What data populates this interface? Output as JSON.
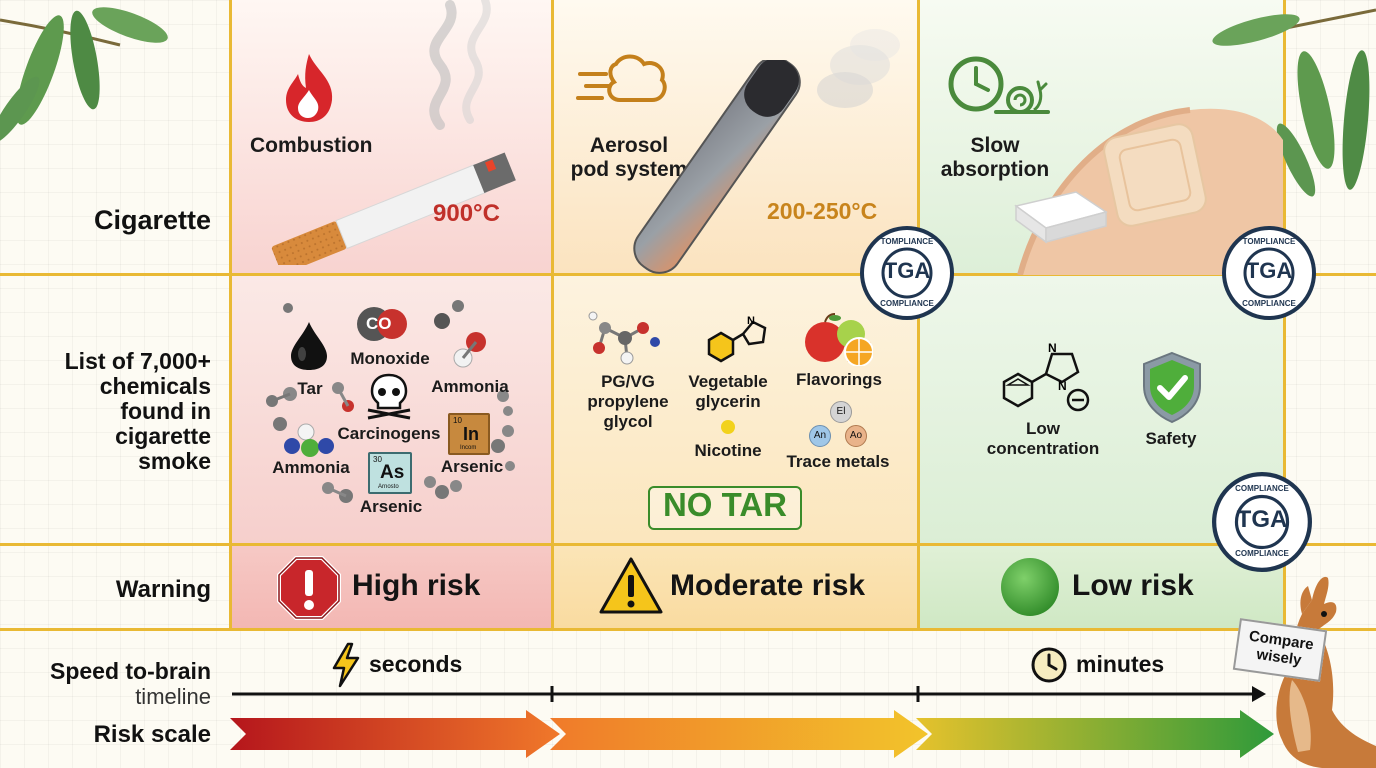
{
  "rows": {
    "cigarette": "Cigarette",
    "chemicals": [
      "List of 7,000+",
      "chemicals",
      "found in",
      "cigarette",
      "smoke"
    ],
    "warning": "Warning",
    "speed_title": "Speed to-brain",
    "speed_sub": "timeline",
    "risk_scale": "Risk scale"
  },
  "col1": {
    "header": "Combustion",
    "temp": "900°C",
    "chemicals": {
      "co": "CO",
      "monoxide": "Monoxide",
      "tar": "Tar",
      "ammonia_top": "Ammonia",
      "carcinogens": "Carcinogens",
      "in_tile_num": "10",
      "in_tile_symbol": "In",
      "in_tile_name": "Incom",
      "ammonia_bottom": "Ammonia",
      "as_tile_num": "30",
      "as_tile_symbol": "As",
      "as_tile_name": "Arnosto",
      "arsenic_right": "Arsenic",
      "arsenic_bottom": "Arsenic"
    },
    "risk": "High risk"
  },
  "col2": {
    "header": [
      "Aerosol",
      "pod system"
    ],
    "temp": "200-250°C",
    "chemicals": {
      "pgvg": [
        "PG/VG",
        "propylene",
        "glycol"
      ],
      "veg": [
        "Vegetable",
        "glycerin"
      ],
      "flavorings": "Flavorings",
      "nicotine": "Nicotine",
      "trace": "Trace metals",
      "el": "El",
      "an": "An",
      "ao": "Ao",
      "no_tar": "NO TAR"
    },
    "risk": "Moderate risk"
  },
  "col3": {
    "header": [
      "Slow",
      "absorption"
    ],
    "low_conc": [
      "Low",
      "concentration"
    ],
    "safety": "Safety",
    "risk": "Low risk"
  },
  "badge": {
    "center": "TGA",
    "ring_top_1": "TOMPLIANCE",
    "ring_top_2": "TOMPLIANCE",
    "ring_top_3": "COMPLIANCE",
    "ring_bottom": "COMPLIANCE"
  },
  "timeline": {
    "seconds": "seconds",
    "minutes": "minutes"
  },
  "kangaroo_sign": [
    "Compare",
    "wisely"
  ],
  "colors": {
    "grid_line": "#e9b934",
    "high_red": "#c8262b",
    "moderate_orange": "#f29a1a",
    "low_green": "#3f9f37",
    "no_tar_green": "#3a8c2a",
    "temp_red": "#c0302a",
    "temp_orange": "#c8841c",
    "tga_navy": "#1f3550"
  },
  "icons": [
    "flame-icon",
    "cigarette-icon",
    "smoke-icon",
    "aerosol-cloud-icon",
    "vape-pod-icon",
    "clock-icon",
    "snail-icon",
    "nicotine-patch-icon",
    "gum-icon",
    "oil-drop-icon",
    "skull-icon",
    "molecule-icon",
    "apple-orange-icon",
    "nicotine-structure-icon",
    "shield-check-icon",
    "warning-octagon-icon",
    "warning-triangle-icon",
    "green-circle-icon",
    "lightning-icon",
    "timer-icon",
    "kangaroo-icon",
    "eucalyptus-leaves-icon"
  ]
}
